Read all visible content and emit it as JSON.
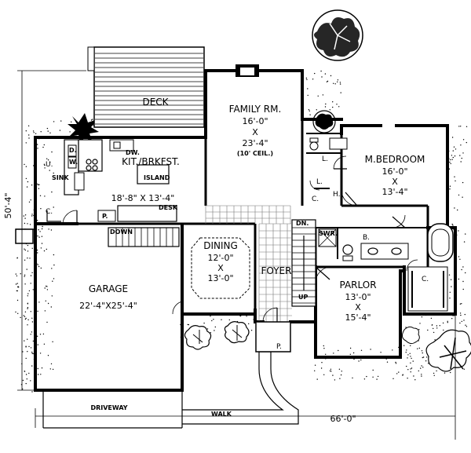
{
  "rooms": {
    "deck": {
      "name": "DECK"
    },
    "family": {
      "name": "FAMILY RM.",
      "dim_w": "16'-0\"",
      "x": "X",
      "dim_h": "23'-4\"",
      "note": "(10' CEIL.)"
    },
    "kitchen": {
      "name": "KIT./BRKFST.",
      "dim": "18'-8\" X 13'-4\""
    },
    "master": {
      "name": "M.BEDROOM",
      "dim_w": "16'-0\"",
      "x": "X",
      "dim_h": "13'-4\""
    },
    "dining": {
      "name": "DINING",
      "dim_w": "12'-0\"",
      "x": "X",
      "dim_h": "13'-0\""
    },
    "garage": {
      "name": "GARAGE",
      "dim": "22'-4\"X25'-4\""
    },
    "parlor": {
      "name": "PARLOR",
      "dim_w": "13'-0\"",
      "x": "X",
      "dim_h": "15'-4\""
    },
    "foyer": {
      "name": "FOYER"
    }
  },
  "labels": {
    "u": "U.",
    "sink": "SINK",
    "island": "ISLAND",
    "dw": "DW.",
    "d": "D.",
    "w": "W.",
    "c_kitchen": "C.",
    "p_kitchen": "P.",
    "desk": "DESK",
    "down": "DOWN",
    "l1": "L.",
    "l2": "L.",
    "c_hall": "C.",
    "h": "H.",
    "dn": "DN.",
    "swr": "SWR.",
    "b": "B.",
    "c_bath": "C.",
    "up": "UP",
    "p_porch": "P.",
    "driveway": "DRIVEWAY",
    "walk": "WALK"
  },
  "dimensions": {
    "overall_width": "66'-0\"",
    "overall_depth": "50'-4\""
  }
}
